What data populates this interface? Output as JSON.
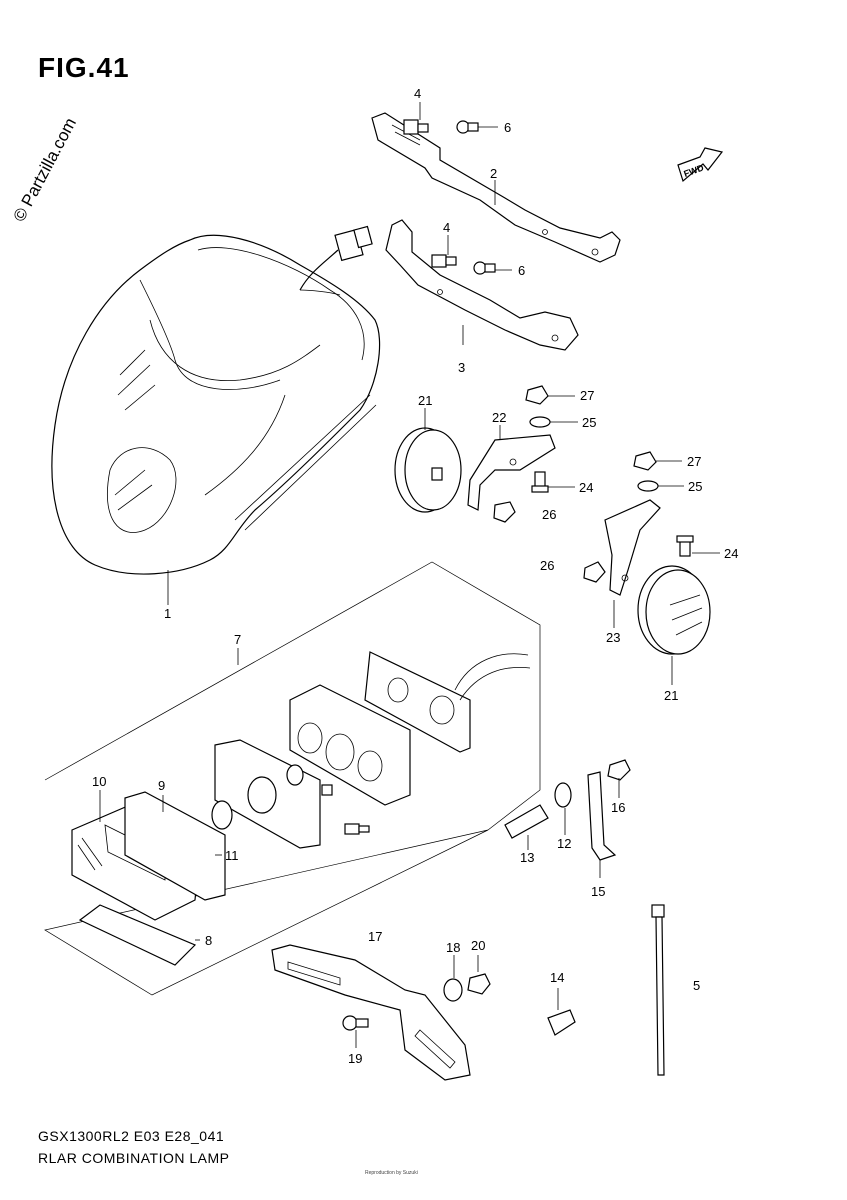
{
  "figure": {
    "title": "FIG.41",
    "watermark": "© Partzilla.com",
    "footer_code": "GSX1300RL2 E03 E28_041",
    "footer_name": "RLAR COMBINATION LAMP",
    "fine_print": "Reproduction by Suzuki"
  },
  "callouts": {
    "c1": "1",
    "c2": "2",
    "c3": "3",
    "c4a": "4",
    "c4b": "4",
    "c5": "5",
    "c6a": "6",
    "c6b": "6",
    "c7": "7",
    "c8": "8",
    "c9": "9",
    "c10": "10",
    "c11": "11",
    "c12": "12",
    "c13": "13",
    "c14": "14",
    "c15": "15",
    "c16": "16",
    "c17": "17",
    "c18": "18",
    "c19": "19",
    "c20": "20",
    "c21a": "21",
    "c21b": "21",
    "c22": "22",
    "c23": "23",
    "c24a": "24",
    "c24b": "24",
    "c25a": "25",
    "c25b": "25",
    "c26a": "26",
    "c26b": "26",
    "c27a": "27",
    "c27b": "27"
  },
  "icons": {
    "forward_arrow": "fwd-arrow-icon"
  }
}
